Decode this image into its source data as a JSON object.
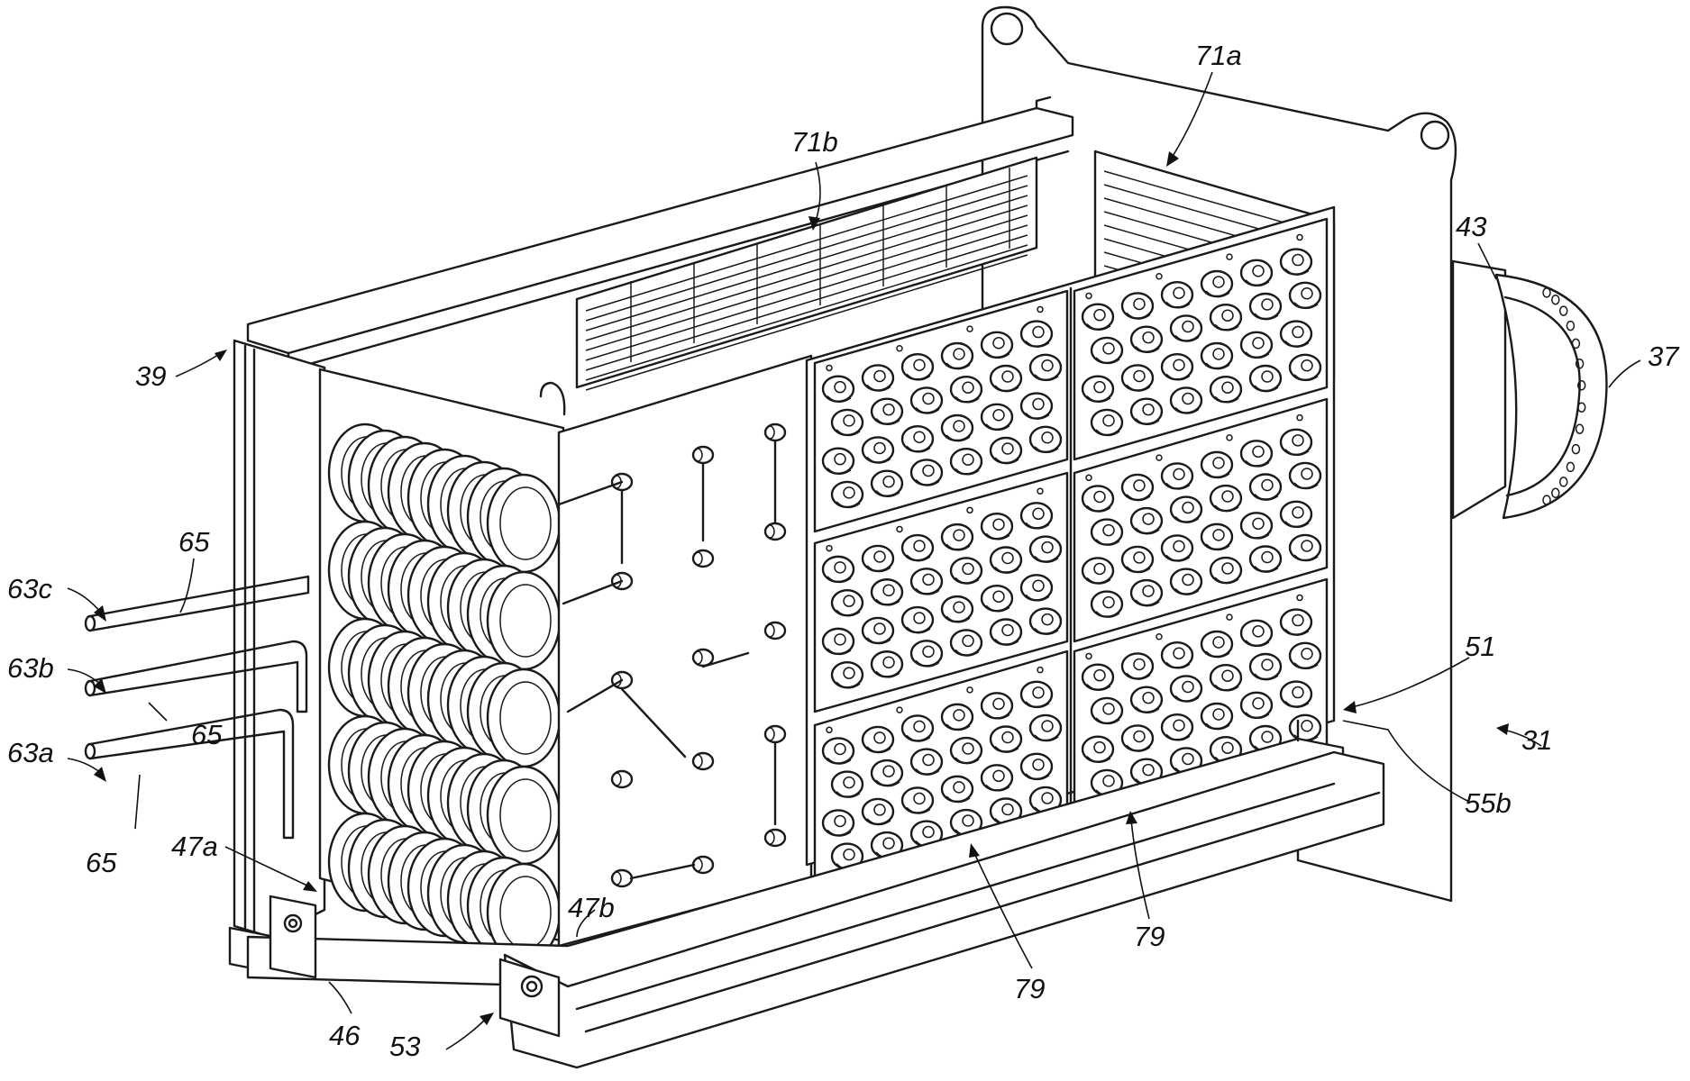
{
  "labels": {
    "l39": "39",
    "l71b": "71b",
    "l71a": "71a",
    "l43": "43",
    "l37": "37",
    "l65_top": "65",
    "l63c": "63c",
    "l63b": "63b",
    "l65_mid": "65",
    "l63a": "63a",
    "l65_bot": "65",
    "l47a": "47a",
    "l47b": "47b",
    "l46": "46",
    "l53": "53",
    "l79_left": "79",
    "l79_right": "79",
    "l51": "51",
    "l31": "31",
    "l55b": "55b"
  },
  "colors": {
    "line": "#1a1a1a",
    "background": "#ffffff"
  },
  "panel_grid": {
    "rows": 3,
    "cols": 2,
    "valves_per_panel": 24
  }
}
